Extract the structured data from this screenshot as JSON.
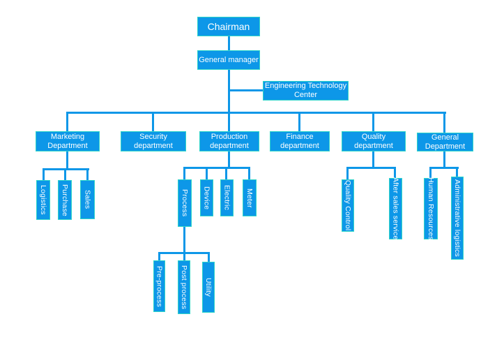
{
  "org_chart": {
    "chairman": "Chairman",
    "general_manager": "General manager",
    "engineering_technology_center": "Engineering Technology Center",
    "departments": {
      "marketing": "Marketing Department",
      "security": "Security department",
      "production": "Production department",
      "finance": "Finance department",
      "quality": "Quality department",
      "general": "General Department"
    },
    "marketing_children": {
      "logistics": "Logistics",
      "purchase": "Purchase",
      "sales": "Sales"
    },
    "production_children": {
      "process": "Process",
      "device": "Device",
      "electric": "Electric",
      "meter": "Meter"
    },
    "process_children": {
      "pre_process": "Pre-process",
      "post_process": "Post process",
      "utility": "Utility"
    },
    "quality_children": {
      "quality_control": "Quality Control",
      "after_sales_service": "After sales service"
    },
    "general_children": {
      "human_resources": "Human Resources",
      "administrative_logistics": "Administrative logistics"
    }
  },
  "colors": {
    "node_fill": "#0D97E8",
    "node_border": "#2FD5C8",
    "connector": "#0D97E8",
    "text": "#FFFFFF",
    "background": "#FFFFFF"
  }
}
